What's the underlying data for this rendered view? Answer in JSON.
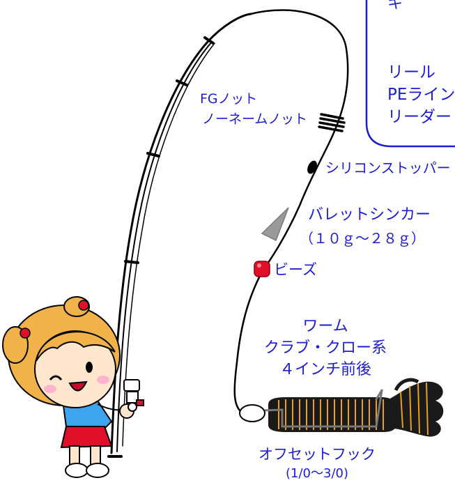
{
  "colors": {
    "label_text": "#1c1cd0",
    "rod": "#000000",
    "bead": "#e0102a",
    "sinker": "#9a9a9a",
    "worm_body": "#1a1a1a",
    "worm_stripe": "#e8a020",
    "skirt": "#f7f3c6",
    "shirt": "#3da4ef",
    "hair": "#f2b24a"
  },
  "icons": [
    "fishing-rod",
    "girl-character",
    "knot",
    "silicone-stopper",
    "bullet-sinker",
    "bead",
    "crayfish-worm",
    "offset-hook"
  ],
  "box": {
    "top_char": "キ",
    "lines": [
      "リール",
      "PEライン",
      "リーダー"
    ]
  },
  "knot": {
    "lines": [
      "FGノット",
      "ノーネームノット"
    ]
  },
  "stopper": {
    "label": "シリコンストッパー"
  },
  "sinker": {
    "lines": [
      "バレットシンカー",
      "（１０ｇ～２８ｇ）"
    ]
  },
  "bead": {
    "label": "ビーズ"
  },
  "worm": {
    "lines": [
      "ワーム",
      "クラブ・クロー系",
      "４インチ前後"
    ]
  },
  "hook": {
    "lines": [
      "オフセットフック",
      "(1/0～3/0)"
    ]
  }
}
